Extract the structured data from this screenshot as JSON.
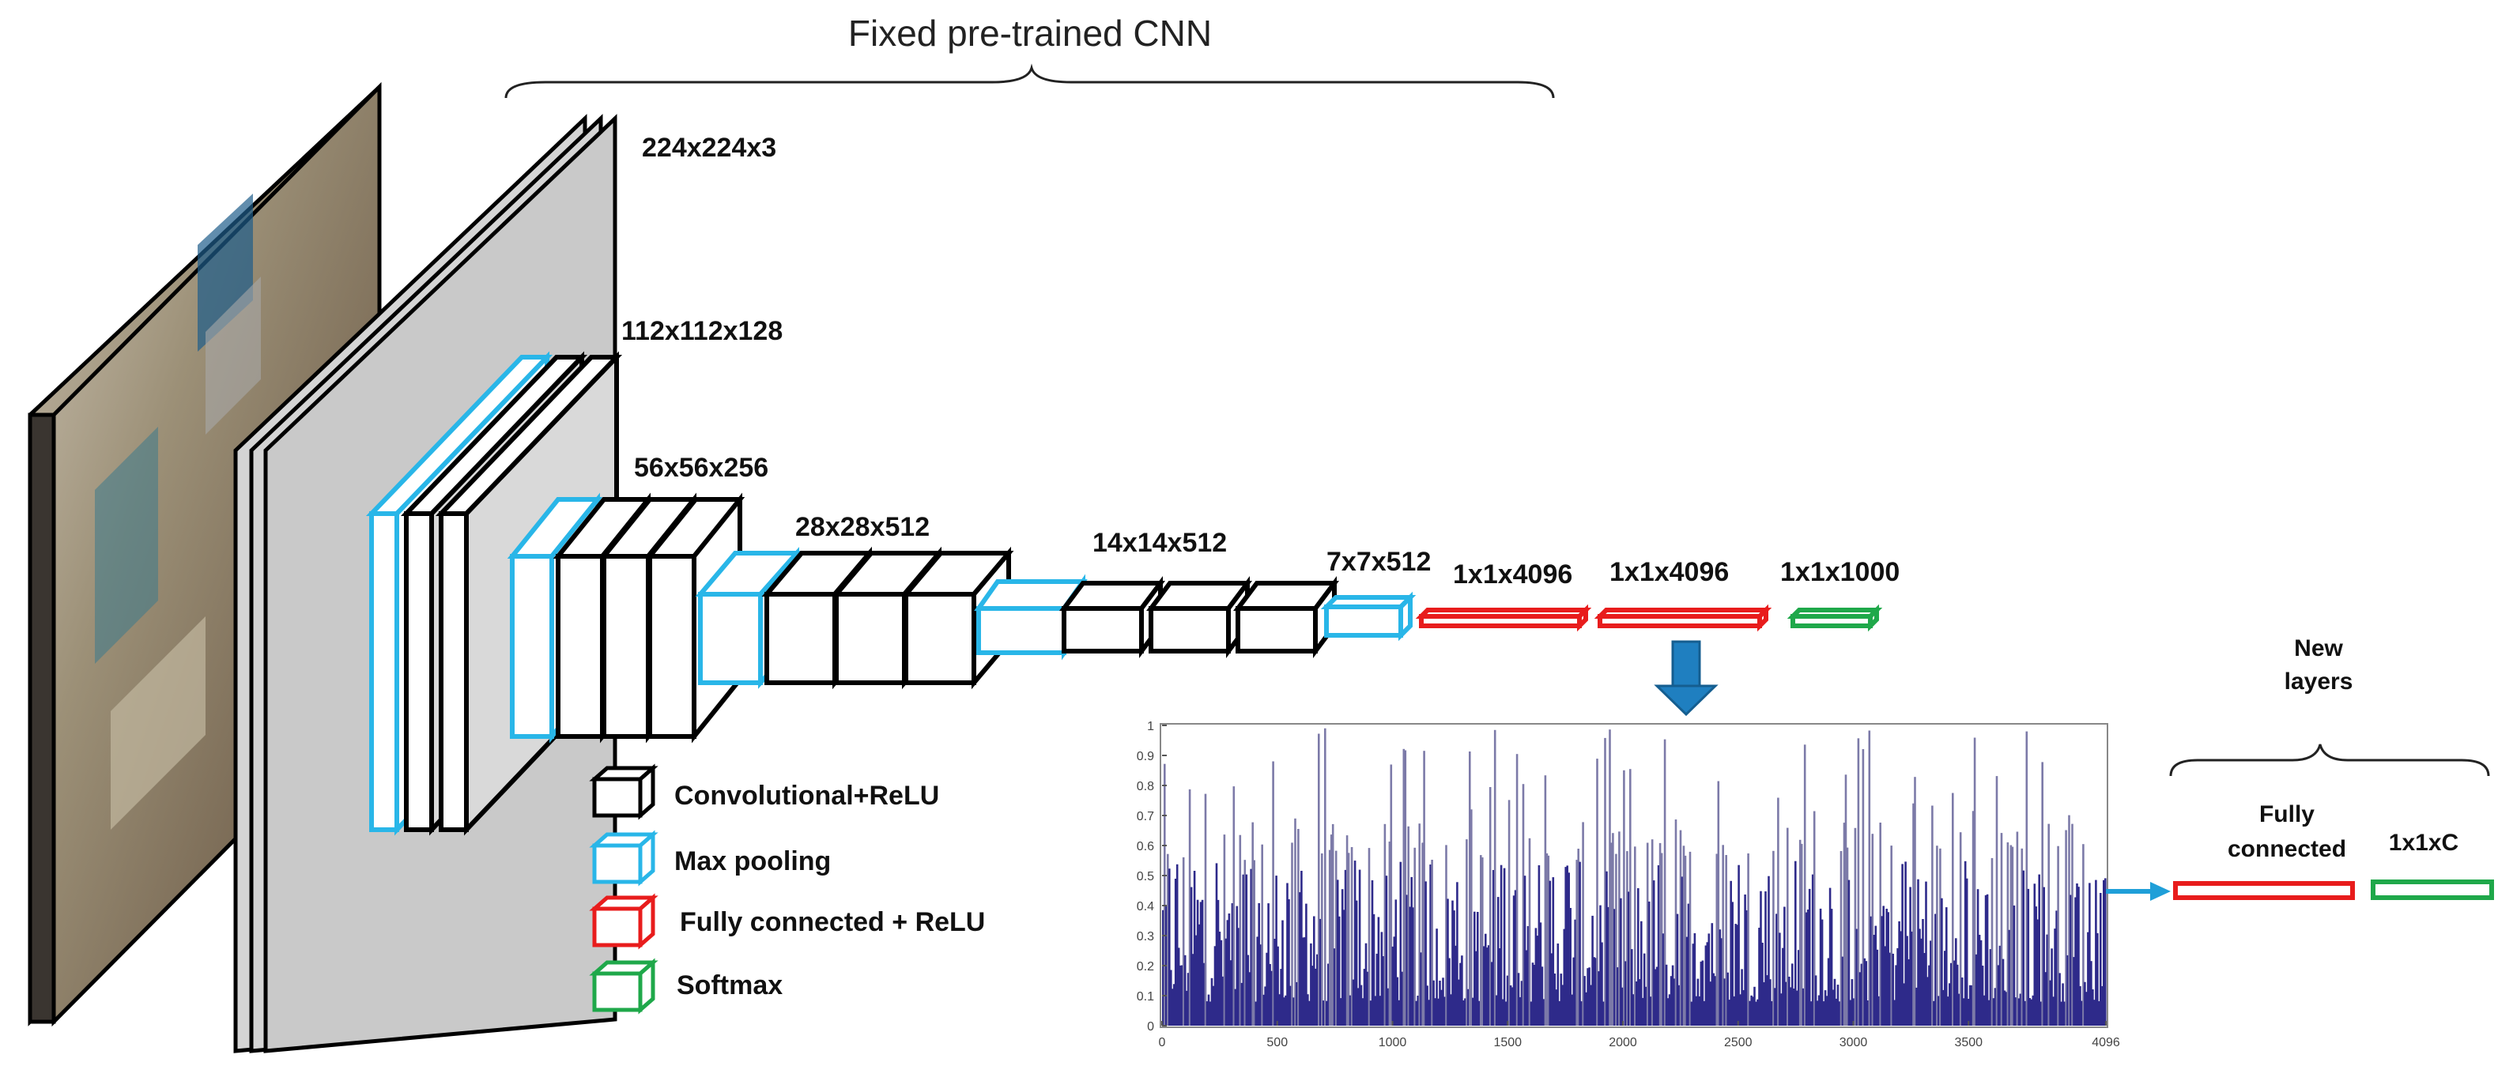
{
  "title": "Fixed pre-trained CNN",
  "dims": {
    "input": "224x224x3",
    "block1": "112x112x128",
    "block2": "56x56x256",
    "block3": "28x28x512",
    "block4": "14x14x512",
    "block5": "7x7x512",
    "fc1": "1x1x4096",
    "fc2": "1x1x4096",
    "softmax": "1x1x1000"
  },
  "legend": [
    {
      "label": "Convolutional+ReLU",
      "color": "#000000"
    },
    {
      "label": "Max pooling",
      "color": "#29b6e8"
    },
    {
      "label": "Fully connected + ReLU",
      "color": "#e81c1c"
    },
    {
      "label": "Softmax",
      "color": "#1fa84a"
    }
  ],
  "new_layers": {
    "title_line1": "New",
    "title_line2": "layers",
    "fc_line1": "Fully",
    "fc_line2": "connected",
    "out": "1x1xC"
  },
  "colors": {
    "conv": "#000000",
    "pool": "#29b6e8",
    "fc": "#e81c1c",
    "softmax": "#1fa84a",
    "bars": "#2e2a8a",
    "arrow": "#1f7fc0"
  },
  "chart_data": {
    "type": "bar",
    "title": "",
    "xlabel": "",
    "ylabel": "",
    "n_features": 4096,
    "xlim": [
      0,
      4096
    ],
    "ylim": [
      0,
      1
    ],
    "xticks": [
      "0",
      "500",
      "1000",
      "1500",
      "2000",
      "2500",
      "3000",
      "3500",
      "4096"
    ],
    "yticks": [
      "0",
      "0.1",
      "0.2",
      "0.3",
      "0.4",
      "0.5",
      "0.6",
      "0.7",
      "0.8",
      "0.9",
      "1"
    ],
    "grid": false
  }
}
